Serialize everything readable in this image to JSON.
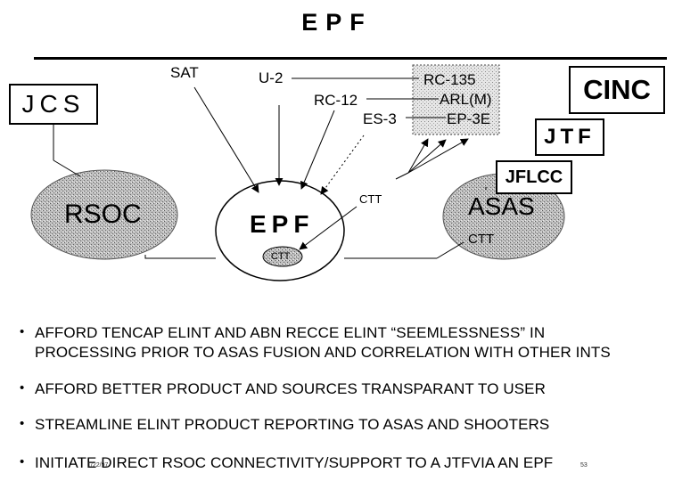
{
  "title": "EPF",
  "boxes": {
    "jcs": "JCS",
    "cinc": "CINC",
    "jtf": "JTF",
    "jflcc": "JFLCC"
  },
  "platforms": {
    "sat": "SAT",
    "u2": "U-2",
    "rc12": "RC-12",
    "es3": "ES-3",
    "rc135": "RC-135",
    "arl": "ARL(M)",
    "ep3e": "EP-3E"
  },
  "nodes": {
    "rsoc": "RSOC",
    "epf": "EPF",
    "epf_ctt": "CTT",
    "asas": "ASAS",
    "asas_ctt": "CTT",
    "ctt_link": "CTT"
  },
  "bullets": [
    "AFFORD TENCAP ELINT AND ABN RECCE ELINT “SEEMLESSNESS” IN",
    "PROCESSING PRIOR TO ASAS FUSION AND CORRELATION WITH OTHER INTS",
    "AFFORD BETTER PRODUCT AND SOURCES TRANSPARANT TO USER",
    "STREAMLINE ELINT PRODUCT REPORTING TO ASAS AND SHOOTERS",
    "INITIATE DIRECT RSOC CONNECTIVITY/SUPPORT TO A JTFVIA AN EPF"
  ],
  "footer": {
    "date": "1/22/97",
    "page": "53"
  }
}
